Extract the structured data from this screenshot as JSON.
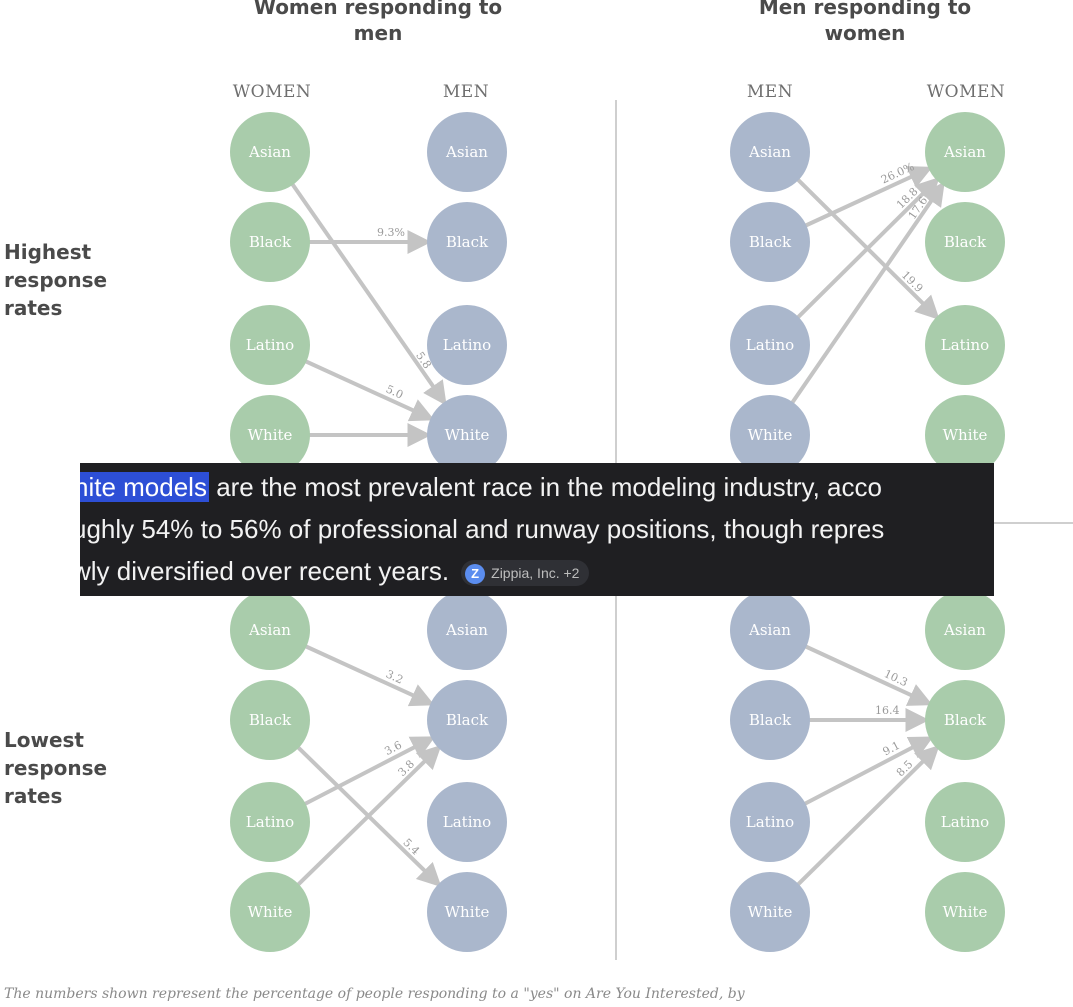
{
  "titles": {
    "women_to_men": "Women responding to men",
    "men_to_women": "Men responding to women"
  },
  "row_labels": {
    "highest": "Highest response rates",
    "lowest": "Lowest response rates"
  },
  "columns": {
    "women": "WOMEN",
    "men": "MEN"
  },
  "races": [
    "Asian",
    "Black",
    "Latino",
    "White"
  ],
  "colors": {
    "women_node": "#a9ccab",
    "men_node": "#aab7cc",
    "edge": "#c4c4c4"
  },
  "chart_data": {
    "type": "diagram",
    "panels": [
      {
        "id": "w2m-high",
        "edges": [
          {
            "from": "Asian",
            "to": "White",
            "label": "5.8"
          },
          {
            "from": "Black",
            "to": "Black",
            "label": "9.3%"
          },
          {
            "from": "Latino",
            "to": "White",
            "label": "5.0"
          },
          {
            "from": "White",
            "to": "White",
            "label": ""
          }
        ]
      },
      {
        "id": "m2w-high",
        "edges": [
          {
            "from": "Asian",
            "to": "Latino",
            "label": "19.9"
          },
          {
            "from": "Black",
            "to": "Asian",
            "label": "26.0%"
          },
          {
            "from": "Latino",
            "to": "Asian",
            "label": "18.8"
          },
          {
            "from": "White",
            "to": "Asian",
            "label": "17.6"
          }
        ]
      },
      {
        "id": "w2m-low",
        "edges": [
          {
            "from": "Asian",
            "to": "Black",
            "label": "3.2"
          },
          {
            "from": "Latino",
            "to": "Black",
            "label": "3.6"
          },
          {
            "from": "White",
            "to": "Black",
            "label": "3.8"
          },
          {
            "from": "Black",
            "to": "White",
            "label": "5.4"
          }
        ]
      },
      {
        "id": "m2w-low",
        "edges": [
          {
            "from": "Asian",
            "to": "Black",
            "label": "10.3"
          },
          {
            "from": "Black",
            "to": "Black",
            "label": "16.4"
          },
          {
            "from": "Latino",
            "to": "Black",
            "label": "9.1"
          },
          {
            "from": "White",
            "to": "Black",
            "label": "8.5"
          }
        ]
      }
    ]
  },
  "overlay": {
    "highlight": "hite models",
    "line1_rest": " are the most prevalent race in the modeling industry, acco",
    "line2": "ughly 54% to 56% of professional and runway positions, though repres",
    "line3": "wly diversified over recent years.",
    "source_icon": "Z",
    "source_label": "Zippia, Inc. +2"
  },
  "caption": "The numbers shown represent the percentage of people responding to a \"yes\" on Are You Interested, by"
}
